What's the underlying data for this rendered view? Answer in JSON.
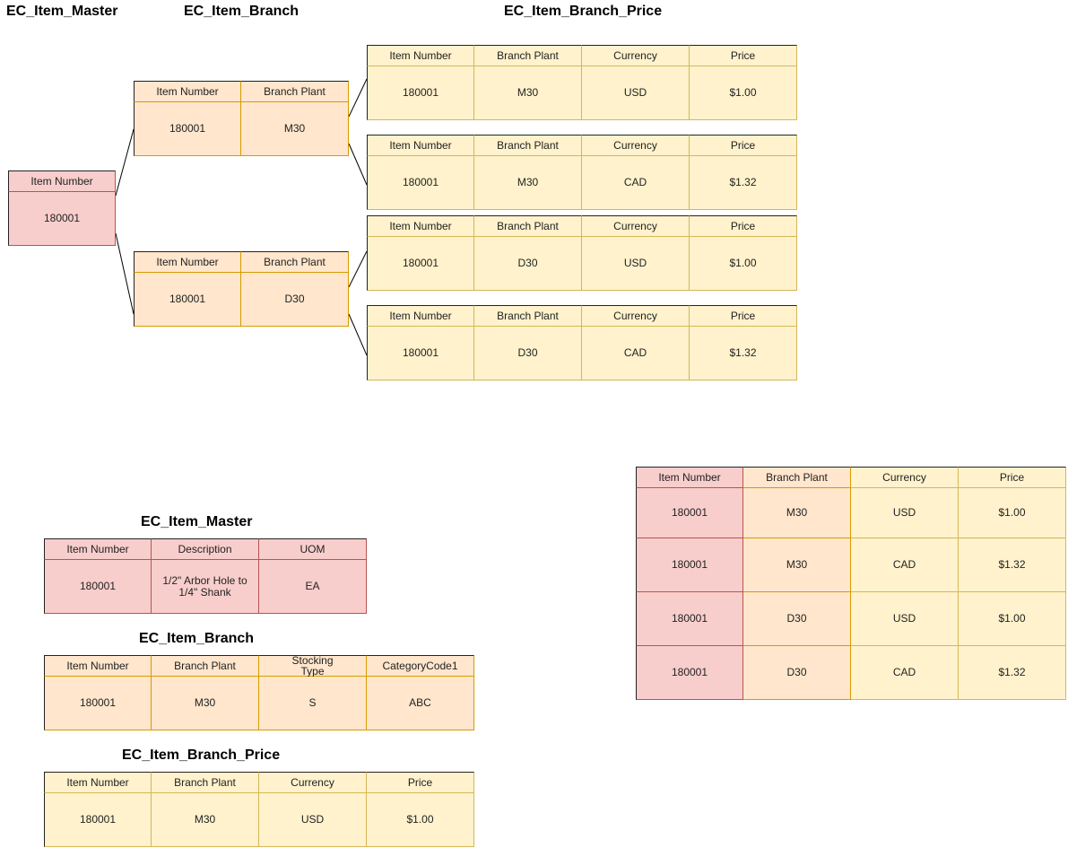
{
  "colors": {
    "master": "#f8cecc",
    "branch": "#ffe6cc",
    "price": "#fff2cc",
    "connector": "#000000"
  },
  "titles": {
    "top_master": "EC_Item_Master",
    "top_branch": "EC_Item_Branch",
    "top_price": "EC_Item_Branch_Price",
    "bottom_master": "EC_Item_Master",
    "bottom_branch": "EC_Item_Branch",
    "bottom_price": "EC_Item_Branch_Price"
  },
  "tree": {
    "master": {
      "headers": [
        "Item Number"
      ],
      "values": [
        "180001"
      ]
    },
    "branches": [
      {
        "headers": [
          "Item Number",
          "Branch Plant"
        ],
        "values": [
          "180001",
          "M30"
        ]
      },
      {
        "headers": [
          "Item Number",
          "Branch Plant"
        ],
        "values": [
          "180001",
          "D30"
        ]
      }
    ],
    "prices": [
      {
        "headers": [
          "Item Number",
          "Branch Plant",
          "Currency",
          "Price"
        ],
        "values": [
          "180001",
          "M30",
          "USD",
          "$1.00"
        ]
      },
      {
        "headers": [
          "Item Number",
          "Branch Plant",
          "Currency",
          "Price"
        ],
        "values": [
          "180001",
          "M30",
          "CAD",
          "$1.32"
        ]
      },
      {
        "headers": [
          "Item Number",
          "Branch Plant",
          "Currency",
          "Price"
        ],
        "values": [
          "180001",
          "D30",
          "USD",
          "$1.00"
        ]
      },
      {
        "headers": [
          "Item Number",
          "Branch Plant",
          "Currency",
          "Price"
        ],
        "values": [
          "180001",
          "D30",
          "CAD",
          "$1.32"
        ]
      }
    ]
  },
  "bottom": {
    "master": {
      "headers": [
        "Item Number",
        "Description",
        "UOM"
      ],
      "values": [
        "180001",
        "1/2\" Arbor Hole to 1/4\" Shank",
        "EA"
      ]
    },
    "branch": {
      "headers": [
        "Item Number",
        "Branch Plant",
        "Stocking Type",
        "CategoryCode1"
      ],
      "values": [
        "180001",
        "M30",
        "S",
        "ABC"
      ]
    },
    "price": {
      "headers": [
        "Item Number",
        "Branch Plant",
        "Currency",
        "Price"
      ],
      "values": [
        "180001",
        "M30",
        "USD",
        "$1.00"
      ]
    }
  },
  "combined": {
    "headers": [
      "Item Number",
      "Branch Plant",
      "Currency",
      "Price"
    ],
    "rows": [
      [
        "180001",
        "M30",
        "USD",
        "$1.00"
      ],
      [
        "180001",
        "M30",
        "CAD",
        "$1.32"
      ],
      [
        "180001",
        "D30",
        "USD",
        "$1.00"
      ],
      [
        "180001",
        "D30",
        "CAD",
        "$1.32"
      ]
    ]
  }
}
